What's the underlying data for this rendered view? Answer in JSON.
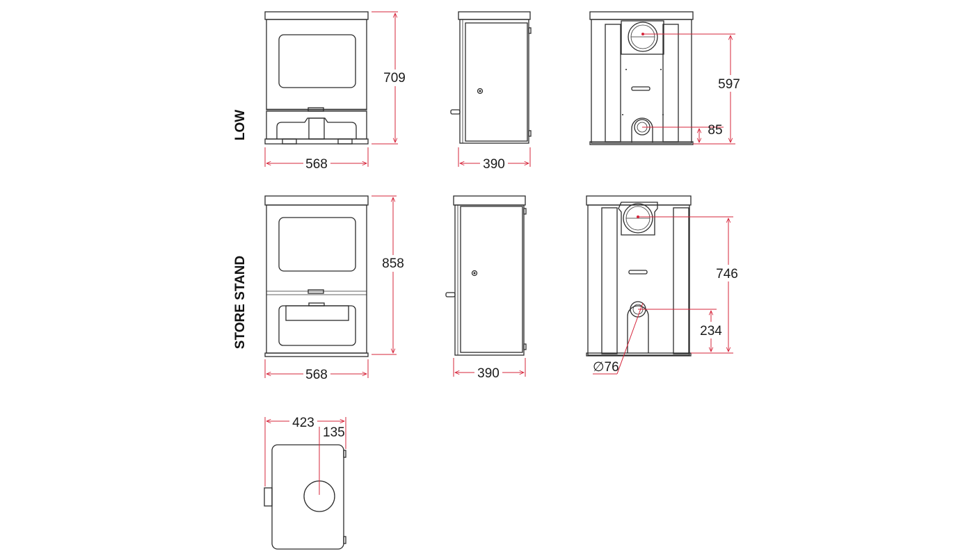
{
  "rows": {
    "low": "LOW",
    "store_stand": "STORE STAND"
  },
  "dimensions": {
    "low_height": "709",
    "low_width": "568",
    "low_depth": "390",
    "low_flue_height": "597",
    "low_inlet_height": "85",
    "store_height": "858",
    "store_width": "568",
    "store_depth": "390",
    "store_flue_height": "746",
    "store_inlet_height": "234",
    "inlet_diameter": "∅76",
    "top_depth": "423",
    "top_flue_offset": "135"
  },
  "colors": {
    "dimension_line": "#d6243a",
    "outline": "#2b2b2b"
  }
}
